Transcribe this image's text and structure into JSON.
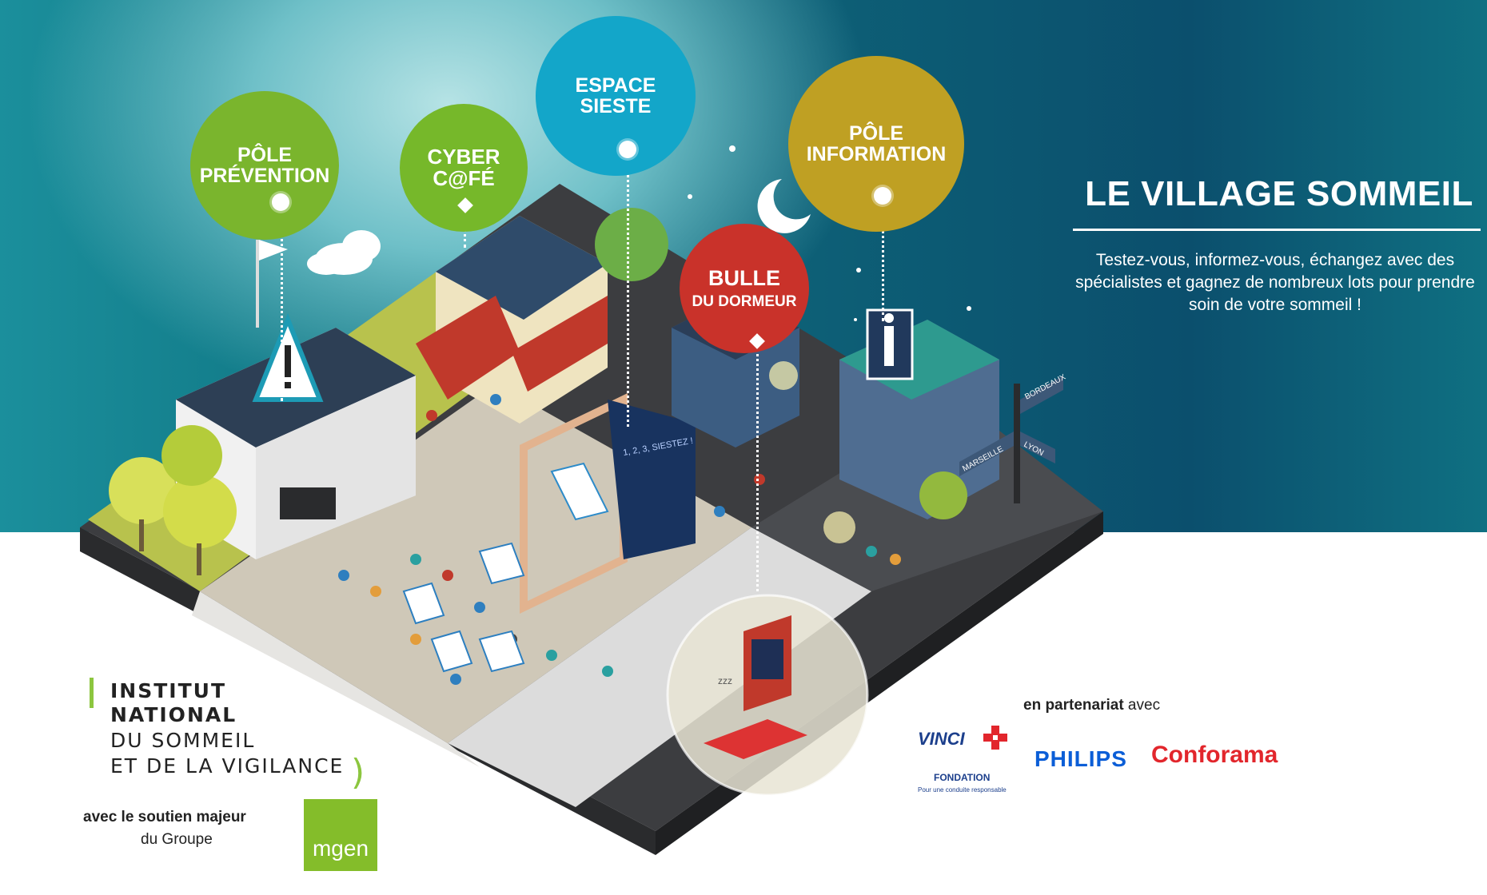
{
  "bubbles": {
    "prevention": {
      "line1": "PÔLE",
      "line2": "PRÉVENTION",
      "color": "#7ab52d"
    },
    "cybercafe": {
      "line1": "CYBER",
      "line2": "C@FÉ",
      "color": "#76b82a"
    },
    "sieste": {
      "line1": "ESPACE",
      "line2": "SIESTE",
      "color": "#13a6c9"
    },
    "dormeur": {
      "line1": "BULLE",
      "line2": "DU DORMEUR",
      "color": "#c9322a"
    },
    "information": {
      "line1": "PÔLE",
      "line2": "INFORMATION",
      "color": "#bfa023"
    }
  },
  "heading": {
    "title": "LE VILLAGE SOMMEIL",
    "tagline": "Testez-vous, informez-vous, échangez avec des spécialistes et gagnez de nombreux lots pour prendre soin de votre sommeil !"
  },
  "scene": {
    "espace_sieste_sign": "1, 2, 3, SIESTEZ !",
    "sign_bordeaux": "BORDEAUX",
    "sign_marseille": "MARSEILLE",
    "sign_lyon": "LYON",
    "zzz": "zzz"
  },
  "institute": {
    "line1": "INSTITUT",
    "line2": "NATIONAL",
    "line3": "DU SOMMEIL",
    "line4": "ET DE LA VIGILANCE",
    "paren": ")"
  },
  "support": {
    "line1": "avec le soutien majeur",
    "line2": "du Groupe",
    "mgen": "mgen"
  },
  "partners": {
    "intro_bold": "en partenariat",
    "intro_rest": " avec",
    "vinci": "VINCI",
    "vinci_fondation": "FONDATION",
    "vinci_sub": "Pour une conduite responsable",
    "philips": "PHILIPS",
    "conforama": "Conforama"
  },
  "colors": {
    "accent_green": "#8cc63f",
    "teal": "#0f7482",
    "navy": "#0b4f6d"
  }
}
